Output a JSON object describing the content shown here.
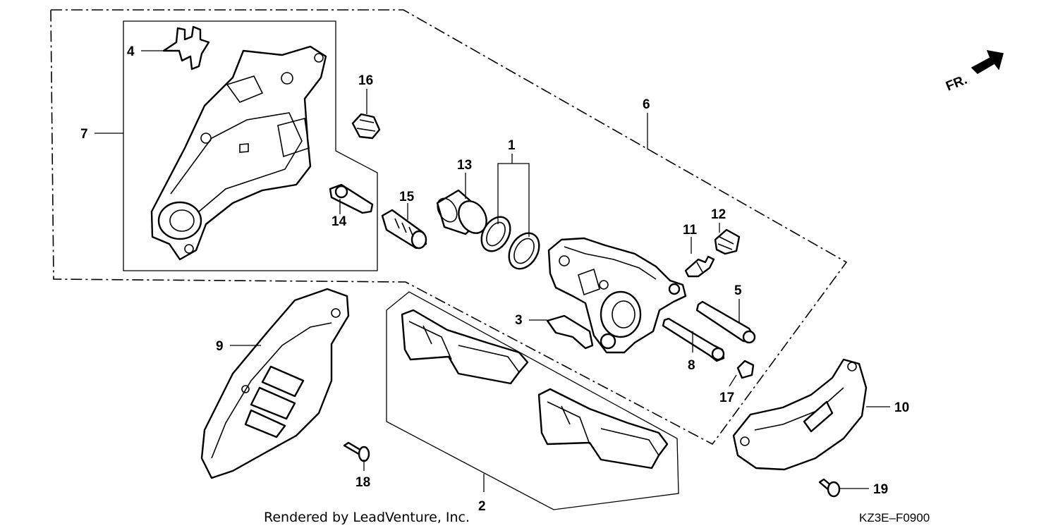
{
  "callouts": {
    "p1": "1",
    "p2": "2",
    "p3": "3",
    "p4": "4",
    "p5": "5",
    "p6": "6",
    "p7": "7",
    "p8": "8",
    "p9": "9",
    "p10": "10",
    "p11": "11",
    "p12": "12",
    "p13": "13",
    "p14": "14",
    "p15": "15",
    "p16": "16",
    "p17": "17",
    "p18": "18",
    "p19": "19"
  },
  "direction_label": "FR.",
  "footer": {
    "credit": "Rendered by LeadVenture, Inc.",
    "diagram_code": "KZ3E–F0900"
  }
}
